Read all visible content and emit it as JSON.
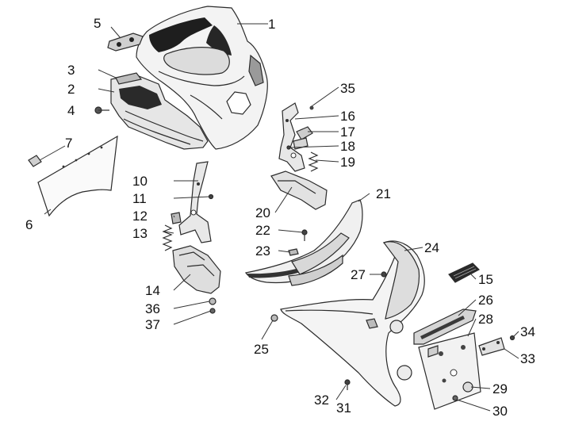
{
  "diagram": {
    "type": "exploded-parts-diagram",
    "callouts": {
      "c1": "1",
      "c2": "2",
      "c3": "3",
      "c4": "4",
      "c5": "5",
      "c6": "6",
      "c7": "7",
      "c10": "10",
      "c11": "11",
      "c12": "12",
      "c13": "13",
      "c14": "14",
      "c15": "15",
      "c16": "16",
      "c17": "17",
      "c18": "18",
      "c19": "19",
      "c20": "20",
      "c21": "21",
      "c22": "22",
      "c23": "23",
      "c24": "24",
      "c25": "25",
      "c26": "26",
      "c27": "27",
      "c28": "28",
      "c29": "29",
      "c30": "30",
      "c31": "31",
      "c32": "32",
      "c33": "33",
      "c34": "34",
      "c35": "35",
      "c36": "36",
      "c37": "37"
    }
  }
}
